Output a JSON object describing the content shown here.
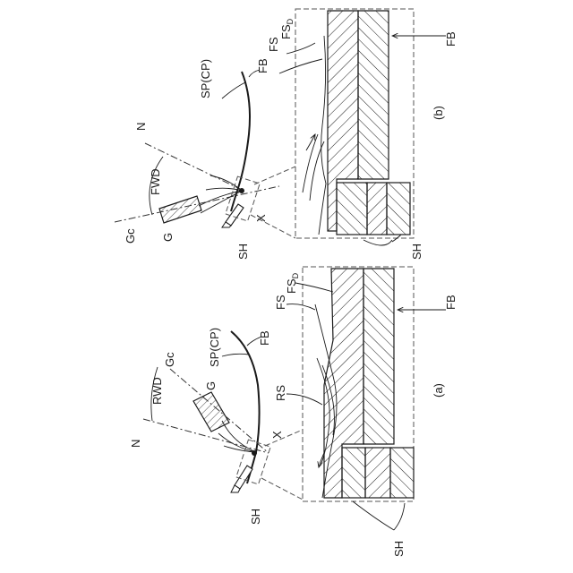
{
  "figure": {
    "panel_a": {
      "caption": "(a)",
      "labels": {
        "fb_top": "FB",
        "sp_cp": "SP(CP)",
        "rwd": "RWD",
        "gc": "Gc",
        "g": "G",
        "n": "N",
        "x": "X",
        "sh_left": "SH",
        "fs": "FS",
        "fsd_main": "FS",
        "fsd_sub": "D",
        "rs": "RS",
        "fb_right": "FB",
        "sh_bottom": "SH"
      }
    },
    "panel_b": {
      "caption": "(b)",
      "labels": {
        "fb_top": "FB",
        "sp_cp": "SP(CP)",
        "fwd": "FWD",
        "gc": "Gc",
        "g": "G",
        "n": "N",
        "x": "X",
        "sh_left": "SH",
        "fs": "FS",
        "fsd_main": "FS",
        "fsd_sub": "D",
        "fb_right": "FB",
        "sh_bottom": "SH"
      }
    }
  }
}
